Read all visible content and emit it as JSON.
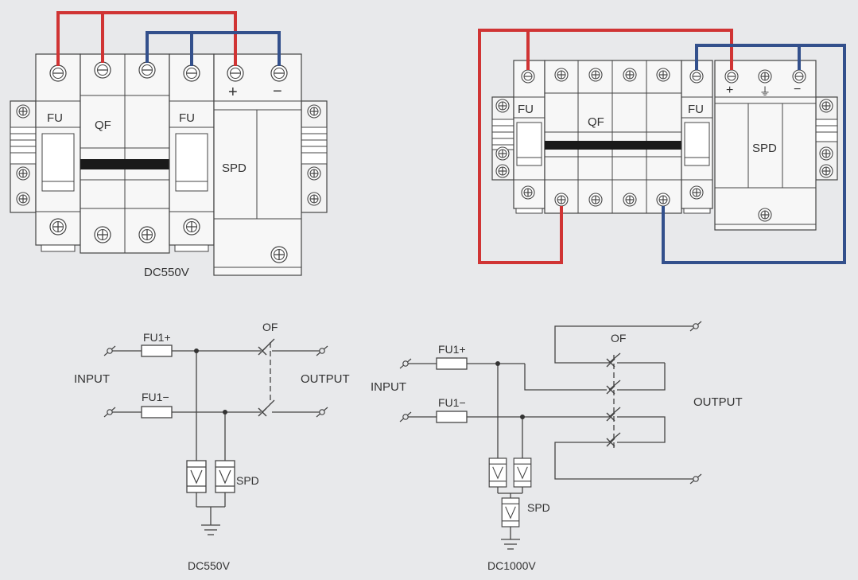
{
  "colors": {
    "background": "#e8e9eb",
    "positive_wire": "#d03434",
    "negative_wire": "#33508c",
    "line": "#444444",
    "body_fill": "#f7f7f7"
  },
  "top_left": {
    "fu_left": "FU",
    "qf": "QF",
    "fu_right": "FU",
    "spd": "SPD",
    "plus_symbol": "+",
    "minus_symbol": "−",
    "caption": "DC550V"
  },
  "top_right": {
    "fu_left": "FU",
    "qf": "QF",
    "fu_right": "FU",
    "spd": "SPD",
    "plus_symbol": "+",
    "ground_symbol": "⏚",
    "minus_symbol": "−"
  },
  "schematic_550": {
    "fuse_pos": "FU1+",
    "fuse_neg": "FU1−",
    "switch": "OF",
    "input": "INPUT",
    "output": "OUTPUT",
    "spd": "SPD",
    "caption": "DC550V"
  },
  "schematic_1000": {
    "fuse_pos": "FU1+",
    "fuse_neg": "FU1−",
    "switch": "OF",
    "input": "INPUT",
    "output": "OUTPUT",
    "spd": "SPD",
    "caption": "DC1000V"
  }
}
